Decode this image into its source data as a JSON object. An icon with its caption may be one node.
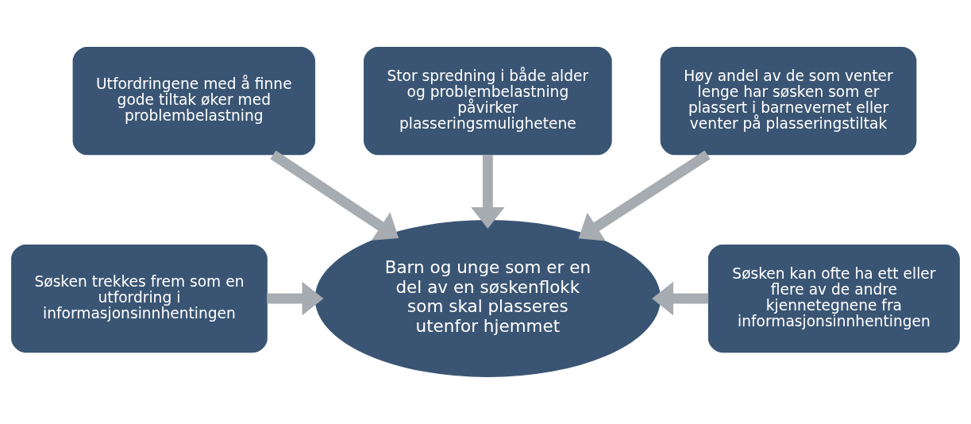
{
  "diagram": {
    "nodes": [
      {
        "text": [
          "Stor spredning i både alder og problembelastning påvirker plasseringsmulighetene"
        ]
      },
      {
        "text": [
          "Utfordringene med å finne gode tiltak øker med problembelastning"
        ]
      },
      {
        "text": [
          "Høy andel av de som venter lenge har søsken som er plassert i barnevernet eller venter på plasseringstiltak"
        ]
      },
      {
        "text": [
          "Søsken trekkes frem som en utfordring i informasjonsinnhentingen"
        ]
      },
      {
        "text": [
          "Barn og unge som er en del av en søskenflokk som skal plasseres utenfor hjemmet"
        ]
      },
      {
        "text": [
          "Søsken kan ofte ha ett eller flere av de andre kjennetegnene fra informasjonsinnhentingen"
        ]
      }
    ],
    "edges": [
      {
        "from": 0,
        "to": 4,
        "arrow": "to"
      },
      {
        "from": 1,
        "to": 4,
        "arrow": "to"
      },
      {
        "from": 2,
        "to": 4,
        "arrow": "to"
      },
      {
        "from": 3,
        "to": 4,
        "arrow": "to"
      },
      {
        "from": 5,
        "to": 4,
        "arrow": "to"
      }
    ]
  }
}
